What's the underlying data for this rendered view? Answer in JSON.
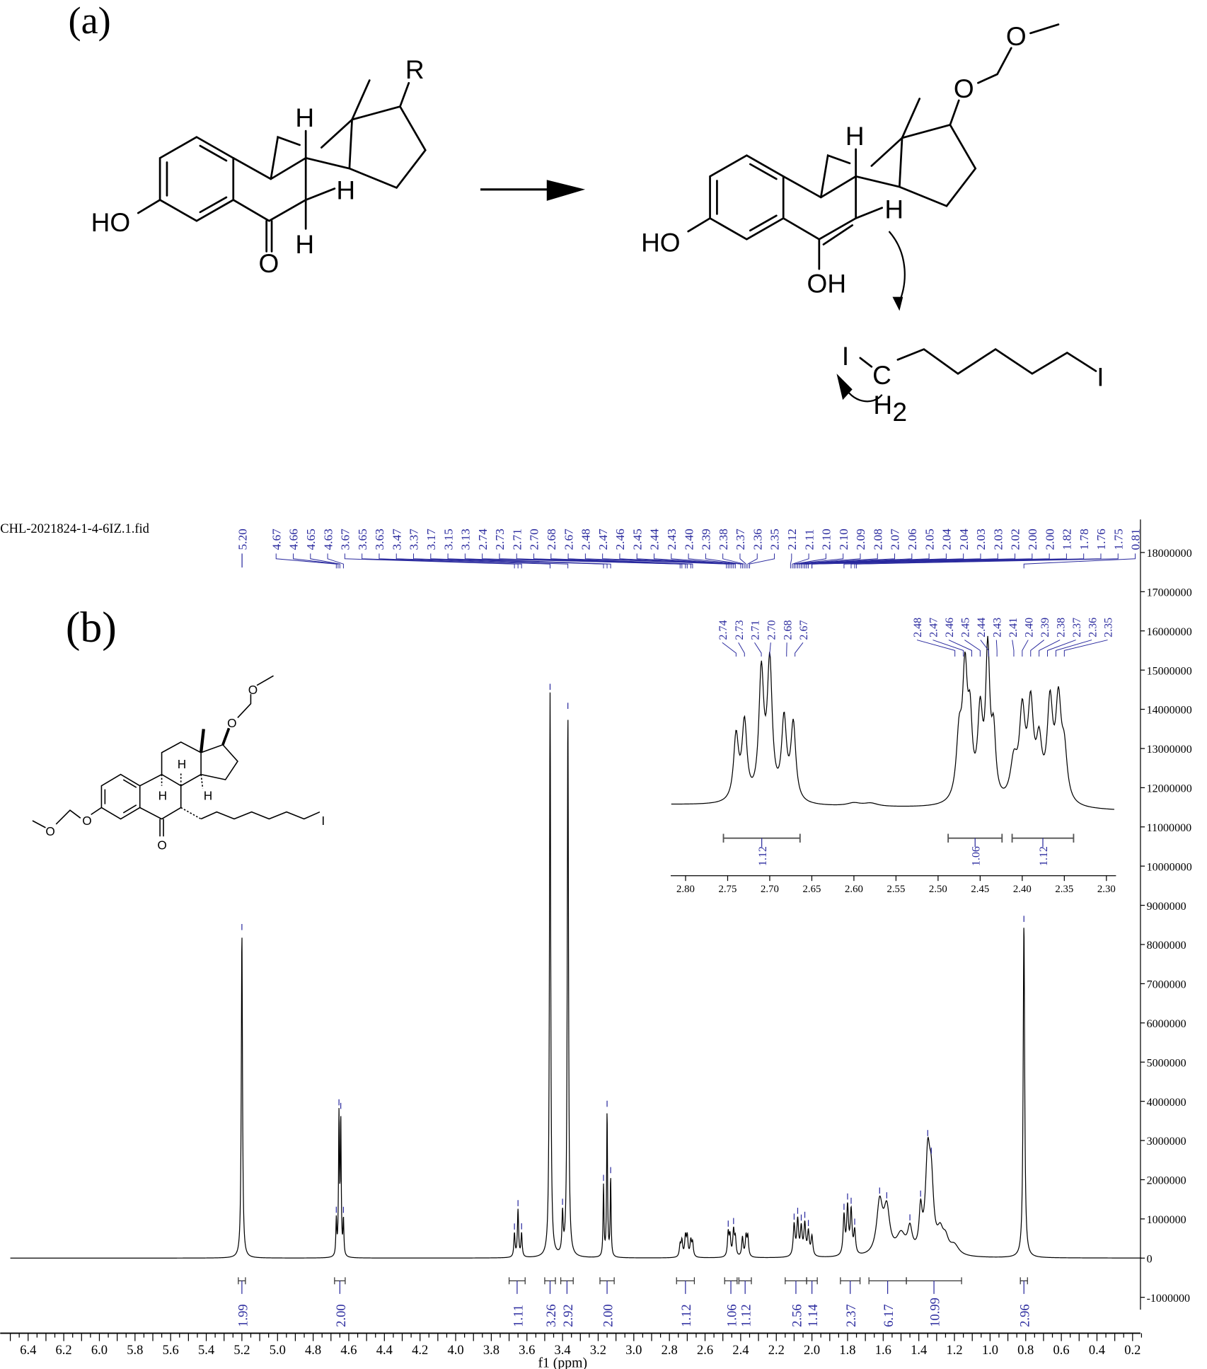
{
  "panel_a": {
    "label": "(a)",
    "reactant": {
      "ho": "HO",
      "o": "O",
      "h1": "H",
      "h2": "H",
      "h3": "H",
      "r": "R"
    },
    "product": {
      "ho": "HO",
      "oh": "OH",
      "h1": "H",
      "h2": "H",
      "o1": "O",
      "o2": "O"
    },
    "reagent": {
      "i1": "I",
      "c": "C",
      "h2": "H",
      "sub2": "2",
      "i2": "I"
    }
  },
  "panel_b": {
    "label": "(b)",
    "molecule": {
      "o1": "O",
      "o2": "O",
      "o_keto": "O",
      "o3": "O",
      "o4": "O",
      "h1": "H",
      "h2": "H",
      "h3": "H",
      "i": "I"
    }
  },
  "chart_data": {
    "type": "line",
    "title": "CHL-2021824-1-4-6IZ.1.fid",
    "xlabel": "f1 (ppm)",
    "ylabel": "",
    "xlim": [
      6.5,
      0.15
    ],
    "ylim": [
      -1000000,
      18000000
    ],
    "x_ticks": [
      "6.4",
      "6.2",
      "6.0",
      "5.8",
      "5.6",
      "5.4",
      "5.2",
      "5.0",
      "4.8",
      "4.6",
      "4.4",
      "4.2",
      "4.0",
      "3.8",
      "3.6",
      "3.4",
      "3.2",
      "3.0",
      "2.8",
      "2.6",
      "2.4",
      "2.2",
      "2.0",
      "1.8",
      "1.6",
      "1.4",
      "1.2",
      "1.0",
      "0.8",
      "0.6",
      "0.4",
      "0.2"
    ],
    "y_ticks": [
      "-1000000",
      "0",
      "1000000",
      "2000000",
      "3000000",
      "4000000",
      "5000000",
      "6000000",
      "7000000",
      "8000000",
      "9000000",
      "10000000",
      "11000000",
      "12000000",
      "13000000",
      "14000000",
      "15000000",
      "16000000",
      "17000000",
      "18000000"
    ],
    "peaks_ppm_height_millions_halfwidth": [
      [
        5.2,
        8.3,
        0.004
      ],
      [
        4.67,
        0.9,
        0.003
      ],
      [
        4.655,
        3.5,
        0.003
      ],
      [
        4.645,
        3.4,
        0.003
      ],
      [
        4.63,
        0.9,
        0.003
      ],
      [
        3.67,
        0.6,
        0.004
      ],
      [
        3.65,
        1.2,
        0.004
      ],
      [
        3.63,
        0.6,
        0.004
      ],
      [
        3.47,
        14.4,
        0.004
      ],
      [
        3.4,
        1.0,
        0.004
      ],
      [
        3.37,
        13.9,
        0.004
      ],
      [
        3.17,
        1.8,
        0.003
      ],
      [
        3.15,
        3.7,
        0.003
      ],
      [
        3.13,
        2.0,
        0.003
      ],
      [
        2.74,
        0.3,
        0.005
      ],
      [
        2.73,
        0.4,
        0.005
      ],
      [
        2.71,
        0.5,
        0.005
      ],
      [
        2.7,
        0.5,
        0.005
      ],
      [
        2.68,
        0.4,
        0.005
      ],
      [
        2.67,
        0.35,
        0.005
      ],
      [
        2.47,
        0.6,
        0.005
      ],
      [
        2.46,
        0.5,
        0.005
      ],
      [
        2.44,
        0.65,
        0.005
      ],
      [
        2.43,
        0.45,
        0.005
      ],
      [
        2.39,
        0.5,
        0.005
      ],
      [
        2.37,
        0.5,
        0.005
      ],
      [
        2.36,
        0.5,
        0.005
      ],
      [
        2.1,
        0.8,
        0.006
      ],
      [
        2.08,
        0.9,
        0.006
      ],
      [
        2.06,
        0.7,
        0.006
      ],
      [
        2.04,
        0.8,
        0.006
      ],
      [
        2.02,
        0.6,
        0.006
      ],
      [
        2.0,
        0.5,
        0.006
      ],
      [
        1.82,
        1.0,
        0.006
      ],
      [
        1.8,
        1.2,
        0.006
      ],
      [
        1.78,
        1.1,
        0.006
      ],
      [
        1.76,
        0.6,
        0.006
      ],
      [
        1.62,
        1.3,
        0.02
      ],
      [
        1.58,
        1.1,
        0.02
      ],
      [
        1.5,
        0.5,
        0.03
      ],
      [
        1.45,
        0.6,
        0.015
      ],
      [
        1.39,
        1.0,
        0.01
      ],
      [
        1.35,
        2.3,
        0.015
      ],
      [
        1.33,
        1.6,
        0.015
      ],
      [
        1.28,
        0.5,
        0.02
      ],
      [
        1.25,
        0.35,
        0.02
      ],
      [
        1.2,
        0.25,
        0.03
      ],
      [
        0.81,
        8.5,
        0.005
      ]
    ],
    "peak_label_main": "5.20",
    "peak_labels": [
      "4.67",
      "4.66",
      "4.65",
      "4.63",
      "3.67",
      "3.65",
      "3.63",
      "3.47",
      "3.37",
      "3.17",
      "3.15",
      "3.13",
      "2.74",
      "2.73",
      "2.71",
      "2.70",
      "2.68",
      "2.67",
      "2.48",
      "2.47",
      "2.46",
      "2.45",
      "2.44",
      "2.43",
      "2.40",
      "2.39",
      "2.38",
      "2.37",
      "2.36",
      "2.35",
      "2.12",
      "2.11",
      "2.10",
      "2.10",
      "2.09",
      "2.08",
      "2.07",
      "2.06",
      "2.05",
      "2.04",
      "2.04",
      "2.03",
      "2.03",
      "2.02",
      "2.00",
      "2.00",
      "1.82",
      "1.78",
      "1.76",
      "1.75",
      "0.81"
    ],
    "integrals": [
      {
        "from": 5.22,
        "to": 5.18,
        "value": "1.99"
      },
      {
        "from": 4.68,
        "to": 4.62,
        "value": "2.00"
      },
      {
        "from": 3.7,
        "to": 3.61,
        "value": "1.11"
      },
      {
        "from": 3.5,
        "to": 3.44,
        "value": "3.26"
      },
      {
        "from": 3.41,
        "to": 3.34,
        "value": "2.92"
      },
      {
        "from": 3.19,
        "to": 3.11,
        "value": "2.00"
      },
      {
        "from": 2.76,
        "to": 2.66,
        "value": "1.12"
      },
      {
        "from": 2.49,
        "to": 2.42,
        "value": "1.06"
      },
      {
        "from": 2.41,
        "to": 2.34,
        "value": "1.12"
      },
      {
        "from": 2.15,
        "to": 2.03,
        "value": "2.56"
      },
      {
        "from": 2.03,
        "to": 1.97,
        "value": "1.14"
      },
      {
        "from": 1.84,
        "to": 1.73,
        "value": "2.37"
      },
      {
        "from": 1.68,
        "to": 1.47,
        "value": "6.17"
      },
      {
        "from": 1.47,
        "to": 1.16,
        "value": "10.99"
      },
      {
        "from": 0.83,
        "to": 0.79,
        "value": "2.96"
      }
    ],
    "inset": {
      "xlim": [
        2.817,
        2.29
      ],
      "x_ticks": [
        "2.80",
        "2.75",
        "2.70",
        "2.65",
        "2.60",
        "2.55",
        "2.50",
        "2.45",
        "2.40",
        "2.35",
        "2.30"
      ],
      "peak_labels_left": [
        "2.74",
        "2.73",
        "2.71",
        "2.70",
        "2.68",
        "2.67"
      ],
      "peak_labels_right": [
        "2.48",
        "2.47",
        "2.46",
        "2.45",
        "2.44",
        "2.43",
        "2.41",
        "2.40",
        "2.39",
        "2.38",
        "2.37",
        "2.36",
        "2.35"
      ],
      "peaks_ppm_relheight_halfwidth": [
        [
          2.74,
          0.42,
          0.0035
        ],
        [
          2.73,
          0.5,
          0.0035
        ],
        [
          2.71,
          0.82,
          0.0035
        ],
        [
          2.7,
          0.88,
          0.0035
        ],
        [
          2.683,
          0.52,
          0.0035
        ],
        [
          2.672,
          0.5,
          0.0035
        ],
        [
          2.475,
          0.4,
          0.004
        ],
        [
          2.468,
          0.8,
          0.0035
        ],
        [
          2.462,
          0.45,
          0.003
        ],
        [
          2.45,
          0.55,
          0.0035
        ],
        [
          2.441,
          0.95,
          0.003
        ],
        [
          2.434,
          0.4,
          0.003
        ],
        [
          2.41,
          0.25,
          0.005
        ],
        [
          2.4,
          0.55,
          0.004
        ],
        [
          2.39,
          0.6,
          0.004
        ],
        [
          2.38,
          0.35,
          0.004
        ],
        [
          2.367,
          0.62,
          0.004
        ],
        [
          2.357,
          0.62,
          0.004
        ],
        [
          2.35,
          0.3,
          0.004
        ],
        [
          2.6,
          0.02,
          0.01
        ],
        [
          2.58,
          0.02,
          0.01
        ]
      ],
      "integrals": [
        {
          "from": 2.755,
          "to": 2.664,
          "value": "1.12"
        },
        {
          "from": 2.488,
          "to": 2.424,
          "value": "1.06"
        },
        {
          "from": 2.412,
          "to": 2.339,
          "value": "1.12"
        }
      ]
    }
  }
}
